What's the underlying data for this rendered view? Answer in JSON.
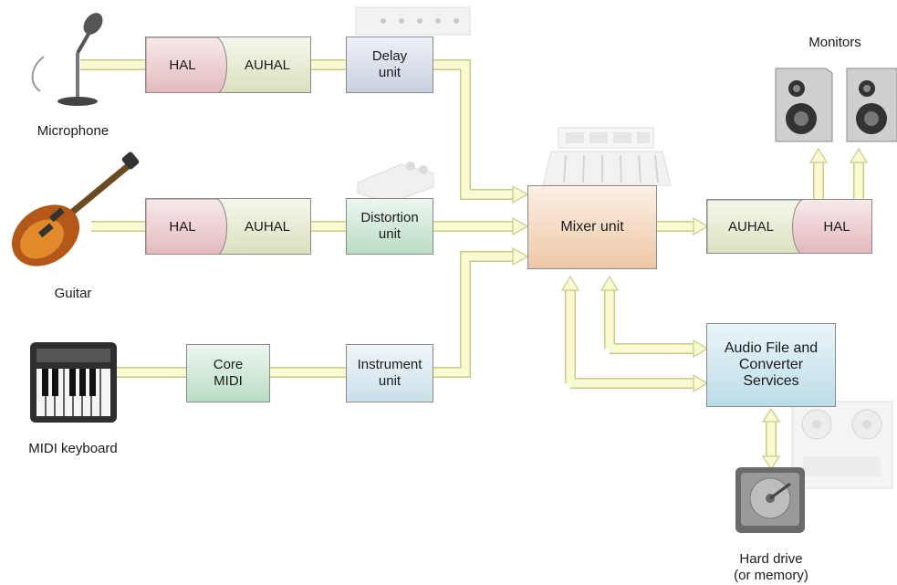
{
  "devices": {
    "microphone": "Microphone",
    "guitar": "Guitar",
    "midi_keyboard": "MIDI keyboard",
    "monitors": "Monitors",
    "hard_drive_line1": "Hard drive",
    "hard_drive_line2": "(or memory)"
  },
  "row1": {
    "hal": "HAL",
    "auhal": "AUHAL",
    "unit": "Delay\nunit"
  },
  "row2": {
    "hal": "HAL",
    "auhal": "AUHAL",
    "unit": "Distortion\nunit"
  },
  "row3": {
    "core_midi": "Core\nMIDI",
    "unit": "Instrument\nunit"
  },
  "mixer": "Mixer unit",
  "output": {
    "auhal": "AUHAL",
    "hal": "HAL"
  },
  "audio_file_services": "Audio File and\nConverter\nServices",
  "colors": {
    "arrow_fill": "#fafad2",
    "arrow_stroke": "#c9c98a",
    "hal_red": "#e3b9bd",
    "auhal_olive": "#dcdfbf"
  },
  "icons": [
    "microphone-icon",
    "guitar-icon",
    "midi-keyboard-icon",
    "rack-unit-icon",
    "effects-pedal-icon",
    "mixing-console-icon",
    "speaker-icon",
    "tape-deck-icon",
    "hard-drive-icon"
  ]
}
